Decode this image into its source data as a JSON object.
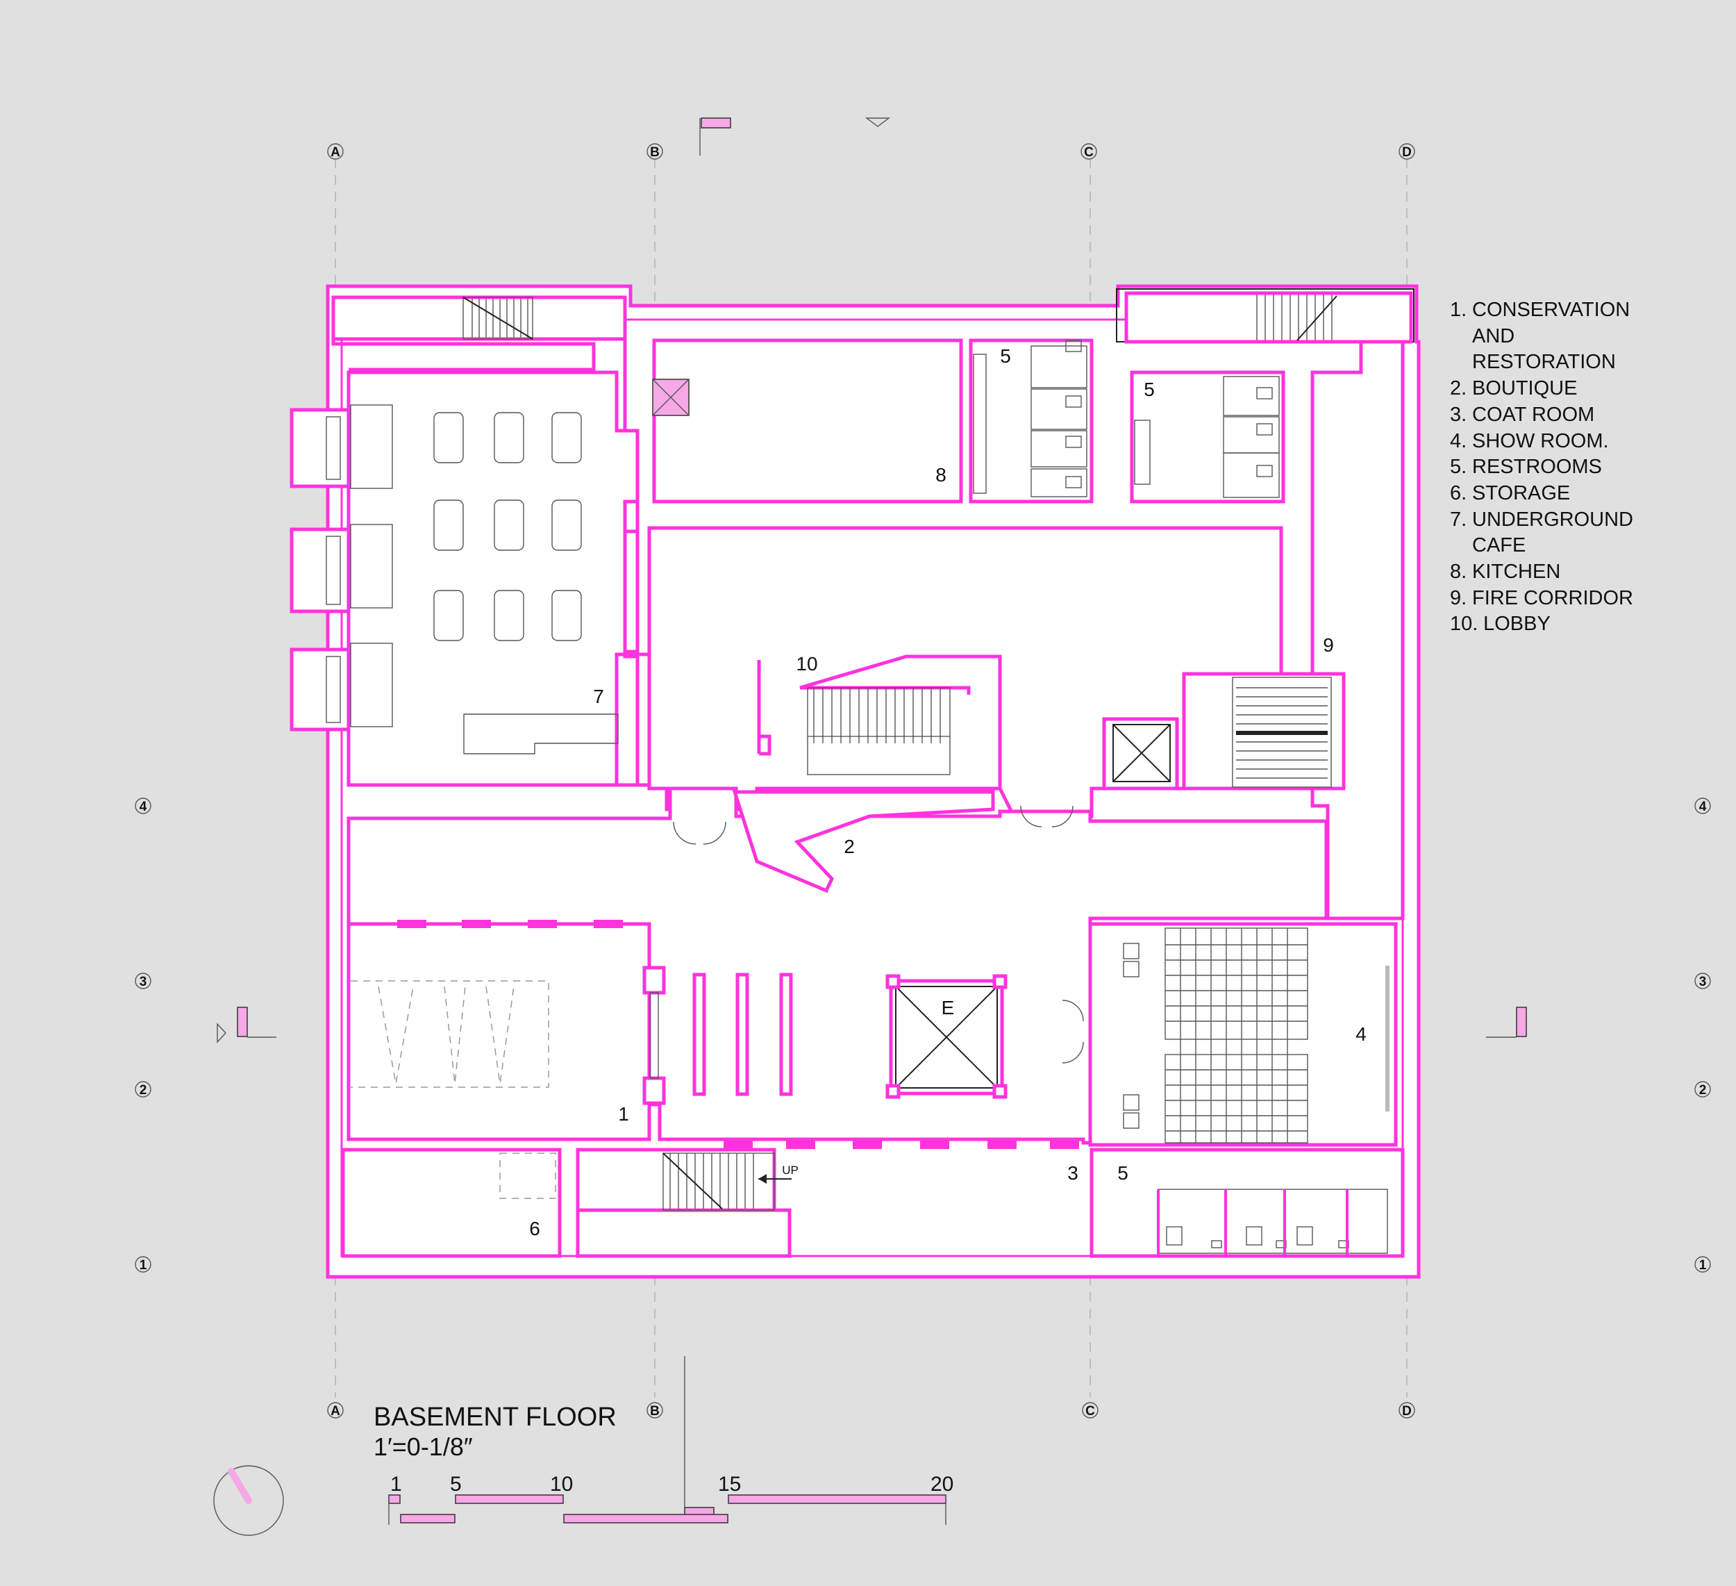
{
  "drawing": {
    "title": "BASEMENT FLOOR",
    "scale": "1′=0-1/8″",
    "scale_bar_ticks": [
      "1",
      "5",
      "10",
      "15",
      "20"
    ],
    "accent_color": "#ff33dd",
    "background_color": "#e0e0e0"
  },
  "grid_columns": [
    "A",
    "B",
    "C",
    "D"
  ],
  "grid_rows": [
    "4",
    "3",
    "2",
    "1"
  ],
  "legend": [
    {
      "num": "1.",
      "text": "CONSERVATION"
    },
    {
      "num": "",
      "text": "AND"
    },
    {
      "num": "",
      "text": "RESTORATION"
    },
    {
      "num": "2.",
      "text": "BOUTIQUE"
    },
    {
      "num": "3.",
      "text": "COAT ROOM"
    },
    {
      "num": "4.",
      "text": "SHOW ROOM."
    },
    {
      "num": "5.",
      "text": "RESTROOMS"
    },
    {
      "num": "6.",
      "text": "STORAGE"
    },
    {
      "num": "7.",
      "text": "UNDERGROUND"
    },
    {
      "num": "",
      "text": "CAFE"
    },
    {
      "num": "8.",
      "text": "KITCHEN"
    },
    {
      "num": "9.",
      "text": "FIRE CORRIDOR"
    },
    {
      "num": "10.",
      "text": "  LOBBY"
    }
  ],
  "room_labels": {
    "r1": "1",
    "r2": "2",
    "r3": "3",
    "r4": "4",
    "r5a": "5",
    "r5b": "5",
    "r5c": "5",
    "r6": "6",
    "r7": "7",
    "r8": "8",
    "r9": "9",
    "r10": "10",
    "elevator": "E",
    "stair_up": "UP"
  }
}
